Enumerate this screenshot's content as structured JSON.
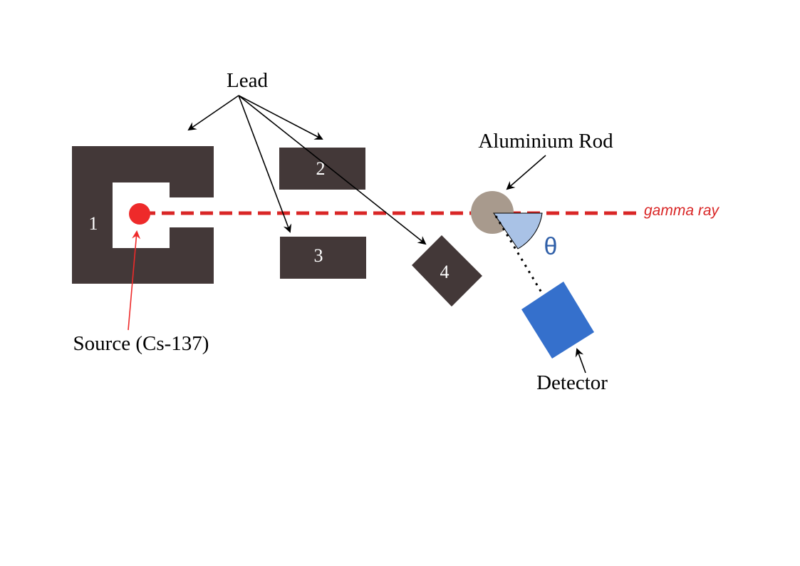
{
  "labels": {
    "lead": "Lead",
    "aluminium_rod": "Aluminium Rod",
    "gamma_ray": "gamma ray",
    "theta": "θ",
    "detector": "Detector",
    "source": "Source (Cs-137)"
  },
  "blocks": {
    "block1": "1",
    "block2": "2",
    "block3": "3",
    "block4": "4"
  },
  "colors": {
    "lead": "#433838",
    "source": "#ee2a2a",
    "beam": "#d92626",
    "rod": "#a89a8d",
    "theta_wedge": "#a9c2e6",
    "theta_text": "#2f5fa8",
    "detector": "#3570cc",
    "arrow": "#000000"
  },
  "icons": {
    "source": "red-circle-icon",
    "rod": "gray-circle-icon",
    "detector": "blue-square-icon"
  }
}
